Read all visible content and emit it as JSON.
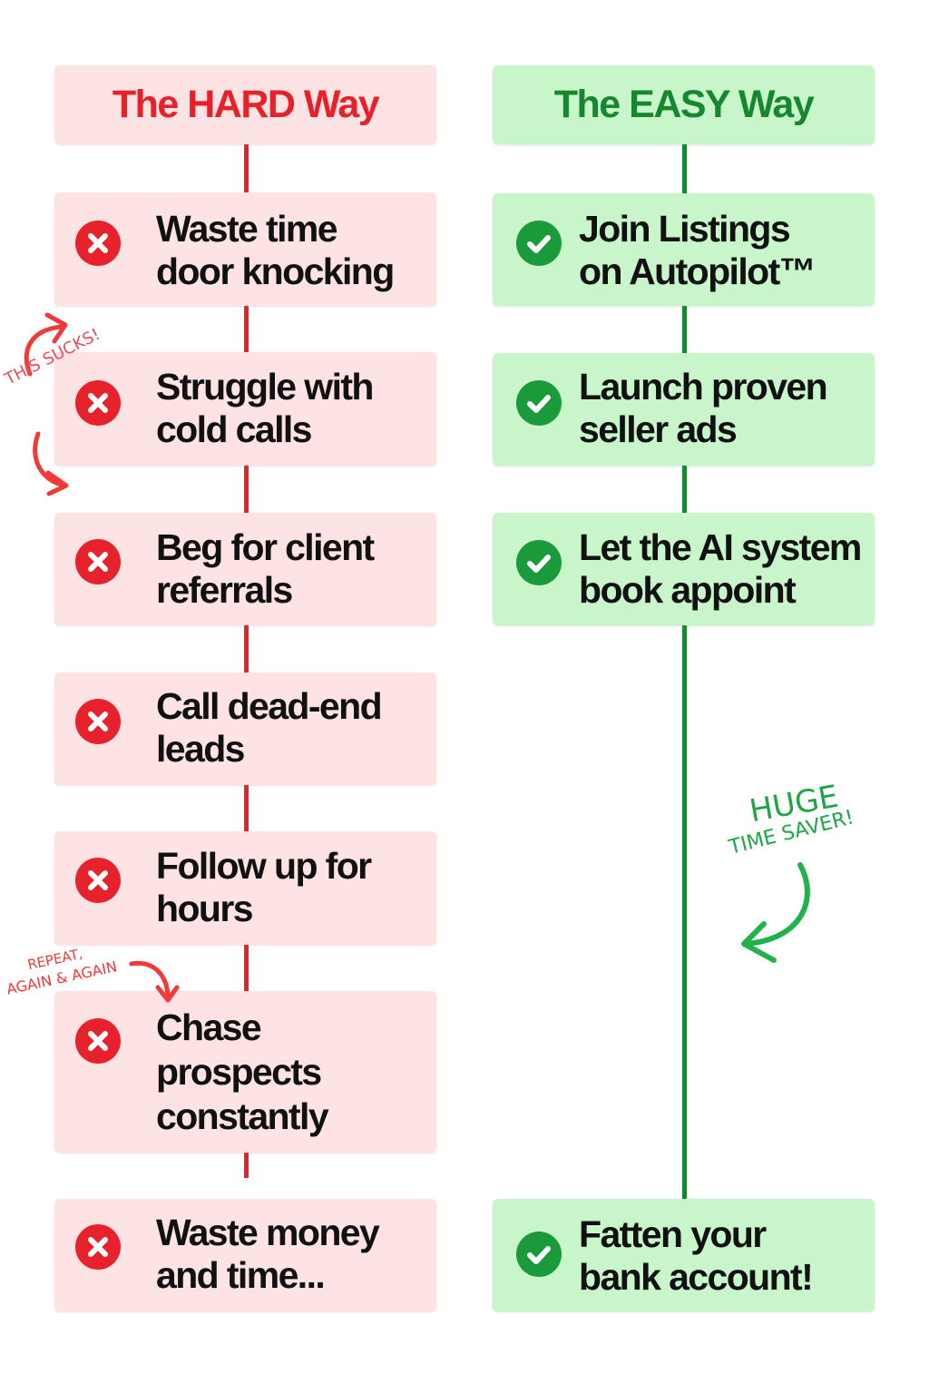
{
  "hard": {
    "title": "The HARD Way",
    "color": "#e8202a",
    "items": [
      {
        "line1": "Waste time",
        "line2": "door knocking"
      },
      {
        "line1": "Struggle with",
        "line2": "cold calls"
      },
      {
        "line1": "Beg for client",
        "line2": "referrals"
      },
      {
        "line1": "Call dead-end",
        "line2": "leads"
      },
      {
        "line1": "Follow up for",
        "line2": "hours"
      },
      {
        "line1": "Chase",
        "line2": "prospects",
        "line3": "constantly"
      },
      {
        "line1": "Waste money",
        "line2": "and time..."
      }
    ]
  },
  "easy": {
    "title": "The EASY Way",
    "color": "#17872f",
    "items": [
      {
        "line1": "Join Listings",
        "line2": "on Autopilot™"
      },
      {
        "line1": "Launch proven",
        "line2": "seller ads"
      },
      {
        "line1": "Let the AI system",
        "line2": "book appoint"
      },
      {
        "line1": "Fatten your",
        "line2": "bank account!"
      }
    ]
  },
  "annotations": {
    "this_sucks": "THIS SUCKS!",
    "repeat_line1": "REPEAT,",
    "repeat_line2": "AGAIN & AGAIN",
    "huge": "HUGE",
    "time_saver": "TIME SAVER!"
  },
  "icons": {
    "hard": "x-circle-icon",
    "easy": "check-circle-icon"
  }
}
